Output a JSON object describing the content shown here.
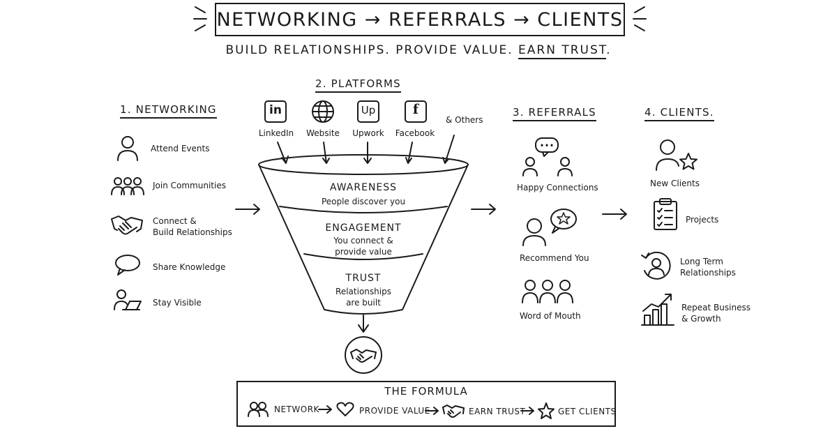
{
  "title": "NETWORKING → REFERRALS → CLIENTS",
  "subtitle": {
    "part1": "BUILD RELATIONSHIPS. PROVIDE VALUE. ",
    "part2": "EARN TRUST",
    "end": "."
  },
  "networking": {
    "heading": "1. NETWORKING",
    "items": [
      "Attend Events",
      "Join Communities",
      "Connect &\nBuild Relationships",
      "Share Knowledge",
      "Stay Visible"
    ]
  },
  "platforms": {
    "heading": "2. PLATFORMS",
    "items": [
      {
        "label": "LinkedIn",
        "glyph": "in"
      },
      {
        "label": "Website",
        "glyph": ""
      },
      {
        "label": "Upwork",
        "glyph": "Up"
      },
      {
        "label": "Facebook",
        "glyph": "f"
      }
    ],
    "others": "& Others"
  },
  "funnel": {
    "stages": [
      {
        "title": "AWARENESS",
        "desc": "People discover you"
      },
      {
        "title": "ENGAGEMENT",
        "desc": "You connect &\nprovide value"
      },
      {
        "title": "TRUST",
        "desc": "Relationships\nare built"
      }
    ]
  },
  "referrals": {
    "heading": "3. REFERRALS",
    "items": [
      "Happy Connections",
      "Recommend You",
      "Word of Mouth"
    ]
  },
  "clients": {
    "heading": "4. CLIENTS.",
    "items": [
      "New Clients",
      "Projects",
      "Long Term\nRelationships",
      "Repeat Business\n& Growth"
    ]
  },
  "formula": {
    "title": "THE FORMULA",
    "steps": [
      "NETWORK",
      "PROVIDE VALUE",
      "EARN TRUST",
      "GET CLIENTS"
    ]
  }
}
